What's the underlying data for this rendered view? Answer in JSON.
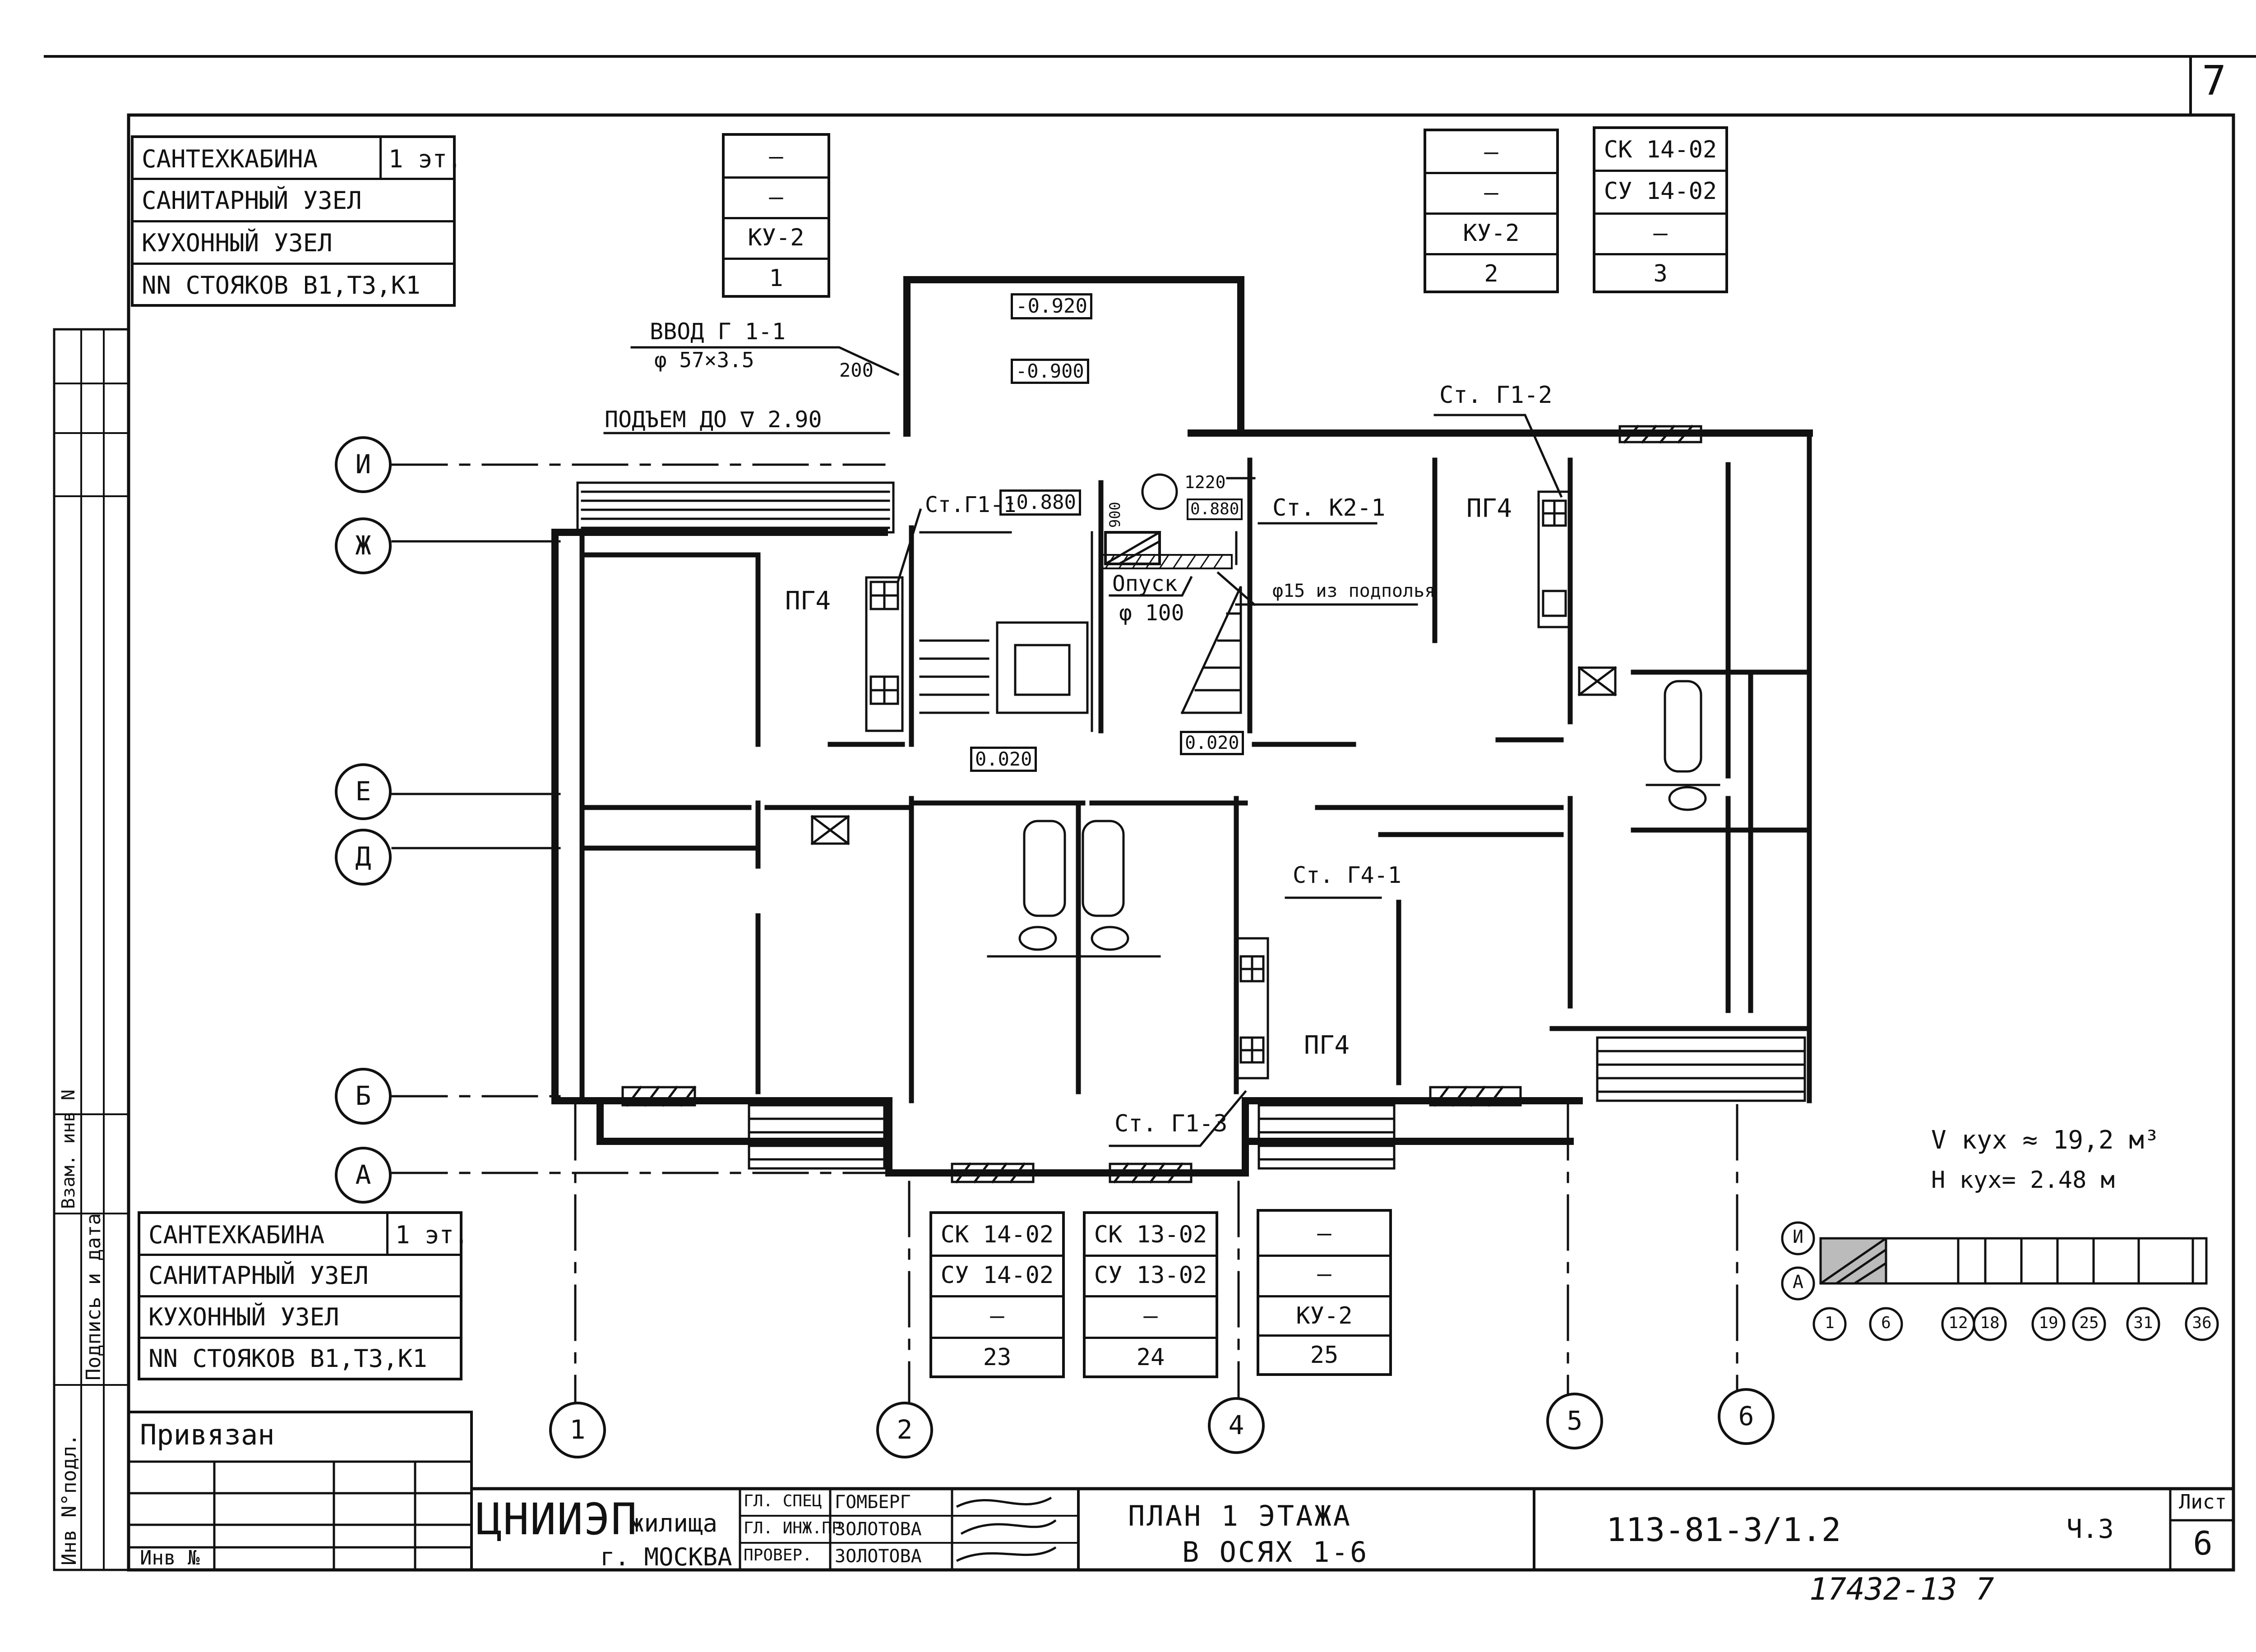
{
  "sheet_number": "7",
  "legend_labels": {
    "cabin": "САНТЕХКАБИНА",
    "sanitary": "САНИТАРНЫЙ УЗЕЛ",
    "kitchen": "КУХОННЫЙ УЗЕЛ",
    "risers": "NN СТОЯКОВ B1,T3,K1",
    "floor": "1 эт."
  },
  "legend_labels_bottom": {
    "cabin": "САНТЕХКАБИНА",
    "sanitary": "САНИТАРНЫЙ УЗЕЛ",
    "kitchen": "КУХОННЫЙ УЗЕЛ",
    "risers": "NN СТОЯКОВ B1,T3,K1",
    "floor": "1 эт."
  },
  "unit_tables_top": [
    {
      "cabin": "—",
      "sanitary": "—",
      "kitchen": "КУ-2",
      "riser": "1"
    },
    {
      "cabin": "—",
      "sanitary": "—",
      "kitchen": "КУ-2",
      "riser": "2"
    },
    {
      "cabin": "СК 14-02",
      "sanitary": "СУ 14-02",
      "kitchen": "—",
      "riser": "3"
    }
  ],
  "unit_tables_bottom": [
    {
      "cabin": "СК 14-02",
      "sanitary": "СУ 14-02",
      "kitchen": "—",
      "riser": "23"
    },
    {
      "cabin": "СК 13-02",
      "sanitary": "СУ 13-02",
      "kitchen": "—",
      "riser": "24"
    },
    {
      "cabin": "—",
      "sanitary": "—",
      "kitchen": "КУ-2",
      "riser": "25"
    }
  ],
  "row_axes": [
    "И",
    "Ж",
    "Е",
    "Д",
    "Б",
    "А"
  ],
  "column_axes": [
    "1",
    "2",
    "4",
    "5",
    "6"
  ],
  "annotations": {
    "inlet_title": "ВВОД Г 1-1",
    "inlet_pipe": "φ 57×3.5",
    "dim_200": "200",
    "lift": "ПОДЪЕМ ДО ∇ 2.90",
    "elev_1": "-0.920",
    "elev_2": "-0.900",
    "elev_3": "-0.880",
    "elev_4": "0.880",
    "elev_5": "0.020",
    "elev_6": "0.020",
    "dim_1220": "1220",
    "dim_900": "900",
    "riser_g1_1": "Ст.Г1-1",
    "riser_g1_2": "Ст. Г1-2",
    "riser_k2_1": "Ст. К2-1",
    "riser_g4_1": "Ст. Г4-1",
    "riser_g1_3": "Ст. Г1-3",
    "descent": "Опуск",
    "descent_d": "φ 100",
    "from_basement": "φ15 из подполья",
    "stove": "ПГ4"
  },
  "volume": {
    "v_kitchen": "V кух ≈ 19,2 м³",
    "h_kitchen": "H кух= 2.48 м"
  },
  "key_plan": {
    "rows": [
      "И",
      "А"
    ],
    "cols": [
      "1",
      "6",
      "12",
      "18",
      "19",
      "25",
      "31",
      "36"
    ]
  },
  "title_block": {
    "attached": "Привязан",
    "inv_no": "Инв №",
    "org": "ЦНИИЭП",
    "org_suffix": "жилища",
    "city": "г. МОСКВА",
    "roles": [
      "ГЛ. СПЕЦ",
      "ГЛ. ИНЖ.ПР",
      "ПРОВЕР."
    ],
    "names": [
      "ГОМБЕРГ",
      "ЗОЛОТОВА",
      "ЗОЛОТОВА"
    ],
    "title_l1": "ПЛАН 1 ЭТАЖА",
    "title_l2": "В ОСЯХ 1-6",
    "code": "113-81-3/1.2",
    "part": "Ч.3",
    "sheet_label": "Лист",
    "sheet_value": "6",
    "order_no": "17432-13 7"
  },
  "side_stamp": [
    "Инв N°подл.",
    "Подпись и дата",
    "Взам. инв N"
  ]
}
